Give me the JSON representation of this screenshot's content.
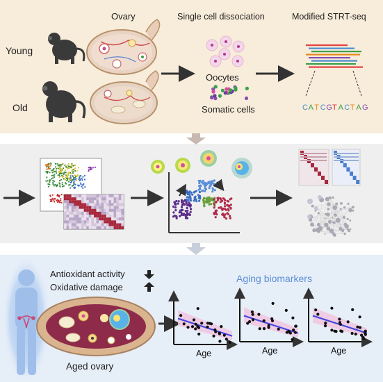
{
  "panel_top": {
    "labels": {
      "ovary": "Ovary",
      "dissociation": "Single cell dissociation",
      "strt_seq": "Modified STRT-seq",
      "young": "Young",
      "old": "Old",
      "oocytes": "Oocytes",
      "somatic": "Somatic cells",
      "sequence": [
        "C",
        "A",
        "T",
        "C",
        "G",
        "T",
        "A",
        "C",
        "T",
        "A",
        "G"
      ]
    },
    "sequence_colors": [
      "#4a8fd0",
      "#3aa04a",
      "#e08a1e",
      "#4a8fd0",
      "#8a4fb0",
      "#e03b3b",
      "#3aa04a",
      "#4a8fd0",
      "#e08a1e",
      "#3aa04a",
      "#8a4fb0"
    ],
    "read_colors": [
      "#e04040",
      "#4a8fd0",
      "#3aa04a",
      "#e08a1e",
      "#8a4fb0",
      "#4a8fd0",
      "#3aa04a",
      "#e04040"
    ]
  },
  "panel_bottom": {
    "antioxidant": "Antioxidant activity",
    "oxidative": "Oxidative damage",
    "aging_biomarkers": "Aging biomarkers",
    "aged_ovary": "Aged ovary",
    "age_label": "Age"
  },
  "colors": {
    "top_bg": "#f8ecda",
    "middle_bg": "#efefef",
    "bottom_bg": "#e6eef8",
    "arrow": "#333333",
    "down_arrow": "#c7b9b0",
    "biomarker_title": "#5b8fd6",
    "regression_line": "#4646e0",
    "confidence_band": "#f0c6e0"
  },
  "icons": [
    "monkey-young-icon",
    "monkey-old-icon",
    "ovary-icon",
    "oocyte-icon",
    "sequencing-reads-icon",
    "human-silhouette-icon",
    "uterus-icon",
    "arrow-down-icon",
    "arrow-up-icon",
    "heatmap-icon",
    "network-icon",
    "umap-plot-icon",
    "trajectory-plot-icon"
  ]
}
